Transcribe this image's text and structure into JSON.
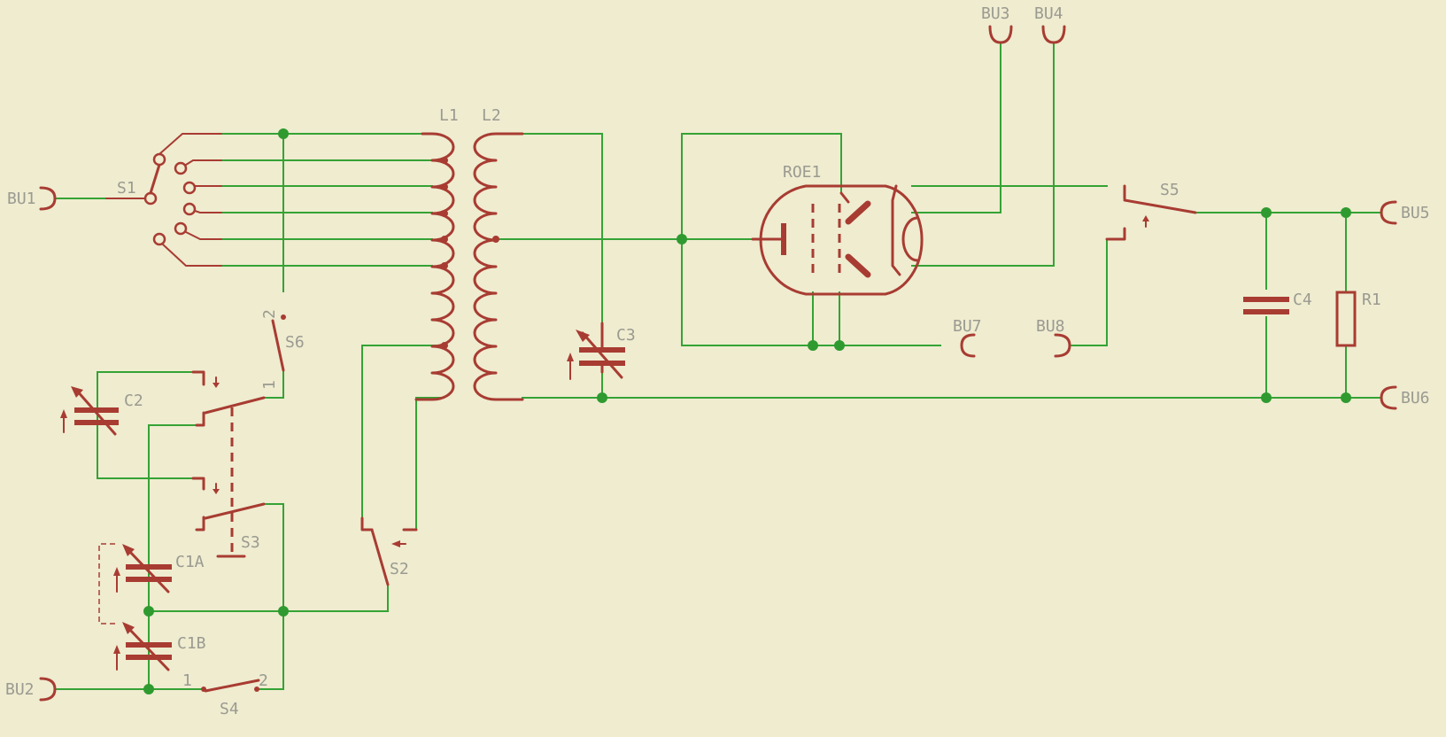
{
  "labels": {
    "bu1": "BU1",
    "bu2": "BU2",
    "bu3": "BU3",
    "bu4": "BU4",
    "bu5": "BU5",
    "bu6": "BU6",
    "bu7": "BU7",
    "bu8": "BU8",
    "s1": "S1",
    "s2": "S2",
    "s3": "S3",
    "s4": "S4",
    "s5": "S5",
    "s6": "S6",
    "l1": "L1",
    "l2": "L2",
    "roe1": "ROE1",
    "c1a": "C1A",
    "c1b": "C1B",
    "c2": "C2",
    "c3": "C3",
    "c4": "C4",
    "r1": "R1",
    "s6_pin1": "1",
    "s6_pin2": "2",
    "s4_pin1": "1",
    "s4_pin2": "2"
  },
  "colors": {
    "background": "#efecd0",
    "wire": "#35a335",
    "symbol": "#a83c32",
    "label": "#9a9a90",
    "junction": "#2f9a2f"
  }
}
